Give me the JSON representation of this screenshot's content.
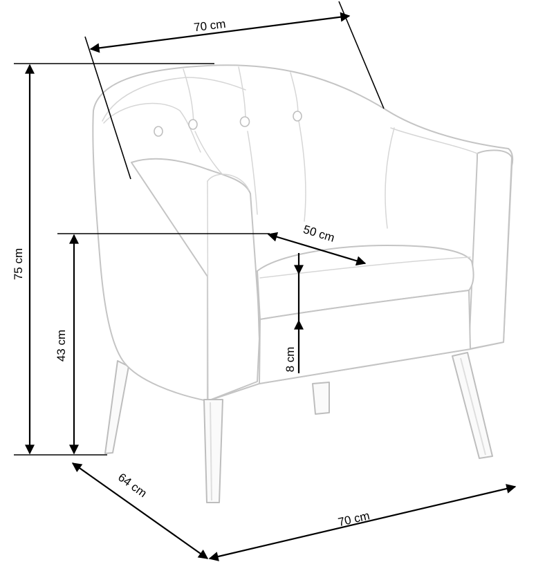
{
  "diagram": {
    "subject": "Armchair dimension drawing",
    "units": "cm",
    "dimensions": {
      "top_width": {
        "label": "70 cm",
        "value": 70,
        "meaning": "overall width at top of backrest"
      },
      "total_height": {
        "label": "75 cm",
        "value": 75,
        "meaning": "total height"
      },
      "seat_height": {
        "label": "43 cm",
        "value": 43,
        "meaning": "seat height"
      },
      "seat_depth": {
        "label": "50 cm",
        "value": 50,
        "meaning": "seat depth"
      },
      "cushion_thickness": {
        "label": "8 cm",
        "value": 8,
        "meaning": "seat cushion thickness"
      },
      "depth": {
        "label": "64 cm",
        "value": 64,
        "meaning": "overall depth"
      },
      "base_width": {
        "label": "70 cm",
        "value": 70,
        "meaning": "overall width at base"
      }
    },
    "colors": {
      "dimension_lines": "#000000",
      "chair_outline": "#c4c4c4",
      "background": "#ffffff"
    },
    "features": [
      "tufted backrest with buttons",
      "rounded armrests",
      "seat cushion",
      "four tapered wooden legs"
    ]
  }
}
